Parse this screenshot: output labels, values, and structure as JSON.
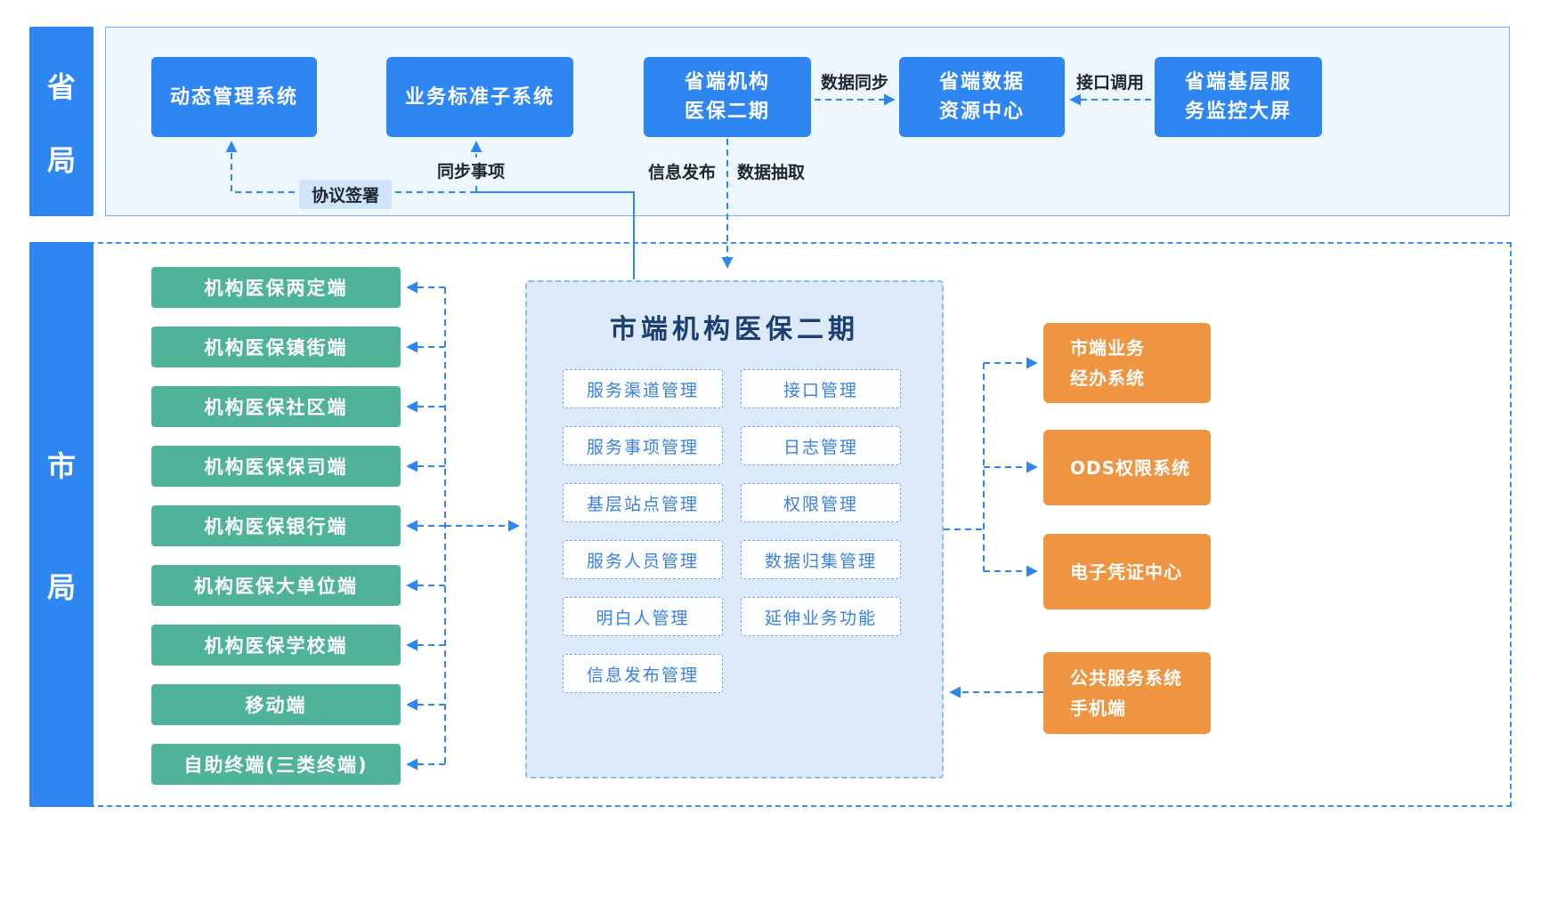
{
  "colors": {
    "accent_blue": "#2e86f0",
    "terminal_green": "#4fb39a",
    "external_orange": "#ef9440",
    "panel_bg": "#eef6fe",
    "center_panel_bg": "#dbe9f9",
    "center_title_text": "#1d3f70",
    "module_text": "#3b82e0",
    "flow_label_text": "#1f2430"
  },
  "provincial": {
    "bureau_chars": [
      "省",
      "局"
    ],
    "systems": [
      {
        "lines": [
          "动态管理系统"
        ]
      },
      {
        "lines": [
          "业务标准子系统"
        ]
      },
      {
        "lines": [
          "省端机构",
          "医保二期"
        ]
      },
      {
        "lines": [
          "省端数据",
          "资源中心"
        ]
      },
      {
        "lines": [
          "省端基层服",
          "务监控大屏"
        ]
      }
    ],
    "flow_labels": {
      "data_sync": "数据同步",
      "api_call": "接口调用",
      "sync_items": "同步事项",
      "info_publish": "信息发布",
      "data_extract": "数据抽取",
      "agreement_sign": "协议签署"
    }
  },
  "municipal": {
    "bureau_chars": [
      "市",
      "局"
    ],
    "terminals": [
      "机构医保两定端",
      "机构医保镇街端",
      "机构医保社区端",
      "机构医保保司端",
      "机构医保银行端",
      "机构医保大单位端",
      "机构医保学校端",
      "移动端",
      "自助终端(三类终端)"
    ],
    "center": {
      "title": "市端机构医保二期",
      "modules_left": [
        "服务渠道管理",
        "服务事项管理",
        "基层站点管理",
        "服务人员管理",
        "明白人管理",
        "信息发布管理"
      ],
      "modules_right": [
        "接口管理",
        "日志管理",
        "权限管理",
        "数据归集管理",
        "延伸业务功能"
      ]
    },
    "external_systems": [
      {
        "lines": [
          "市端业务",
          "经办系统"
        ]
      },
      {
        "lines": [
          "ODS权限系统"
        ]
      },
      {
        "lines": [
          "电子凭证中心"
        ]
      },
      {
        "lines": [
          "公共服务系统",
          "手机端"
        ]
      }
    ]
  }
}
